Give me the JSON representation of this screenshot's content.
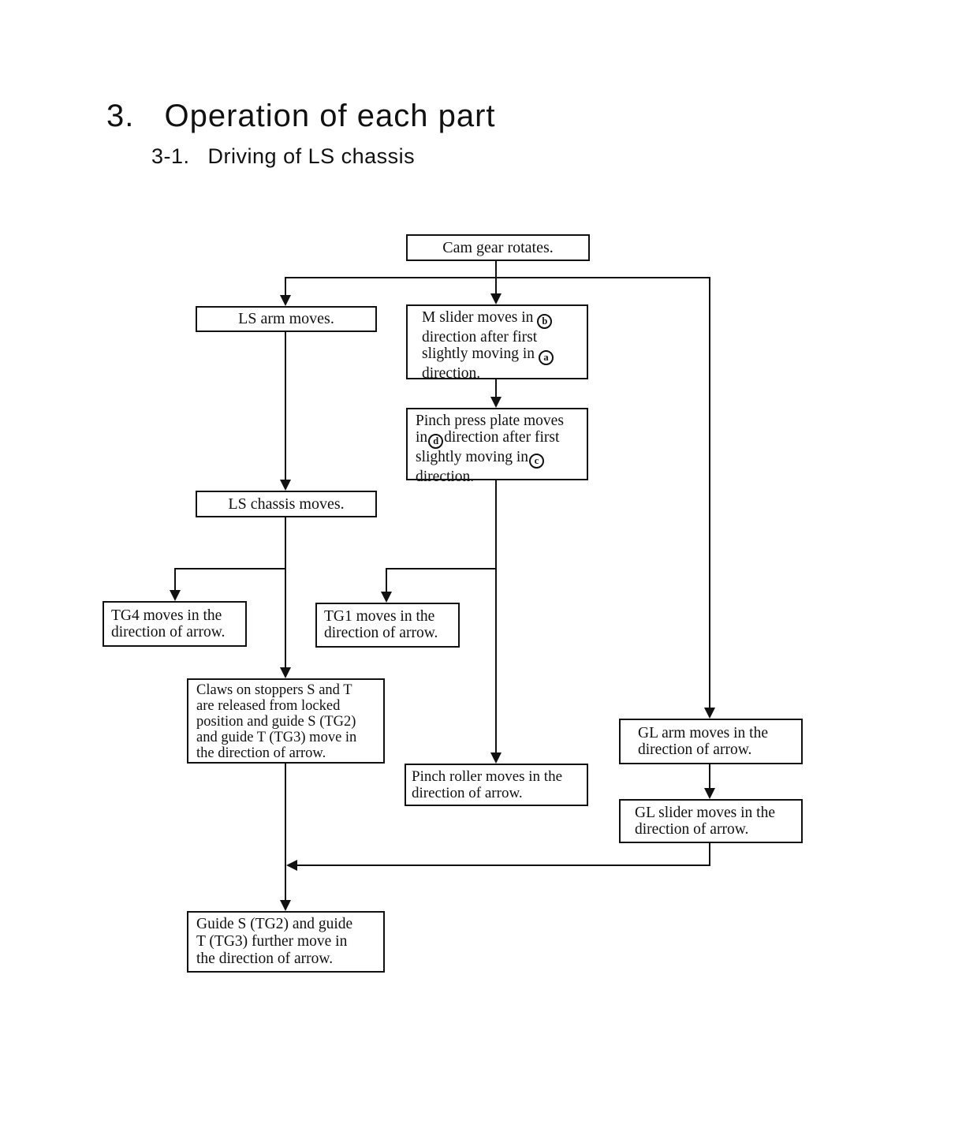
{
  "page": {
    "heading_number": "3.",
    "heading_title": "Operation of each part",
    "subheading_number": "3-1.",
    "subheading_title": "Driving of LS chassis"
  },
  "nodes": {
    "cam_gear": {
      "text": "Cam gear rotates."
    },
    "ls_arm": {
      "text": "LS arm moves."
    },
    "m_slider": {
      "pre1": "M slider moves in",
      "circ_b": "b",
      "line2": "direction after first",
      "pre3": "slightly moving in",
      "circ_a": "a",
      "line4": "direction."
    },
    "pinch_press": {
      "line1": "Pinch press plate moves",
      "pre2": "in",
      "circ_d": "d",
      "post2": "direction after first",
      "pre3": "slightly moving in",
      "circ_c": "c",
      "line4": "direction."
    },
    "ls_chassis": {
      "text": "LS chassis moves."
    },
    "tg4": {
      "lines": [
        "TG4 moves in the",
        "direction of arrow."
      ]
    },
    "tg1": {
      "lines": [
        "TG1 moves in the",
        "direction of arrow."
      ]
    },
    "claws": {
      "lines": [
        "Claws on stoppers S and T",
        "are released from locked",
        "position and guide S (TG2)",
        "and guide T (TG3) move in",
        "the direction of arrow."
      ]
    },
    "pinch_roller": {
      "lines": [
        "Pinch roller moves in the",
        "direction of arrow."
      ]
    },
    "gl_arm": {
      "lines": [
        "GL arm moves in the",
        "direction of arrow."
      ]
    },
    "gl_slider": {
      "lines": [
        "GL slider moves in the",
        "direction of arrow."
      ]
    },
    "guide_s": {
      "lines": [
        "Guide S (TG2) and guide",
        "T (TG3) further move in",
        "the direction of arrow."
      ]
    }
  },
  "colors": {
    "ink": "#111111",
    "paper": "#ffffff"
  }
}
